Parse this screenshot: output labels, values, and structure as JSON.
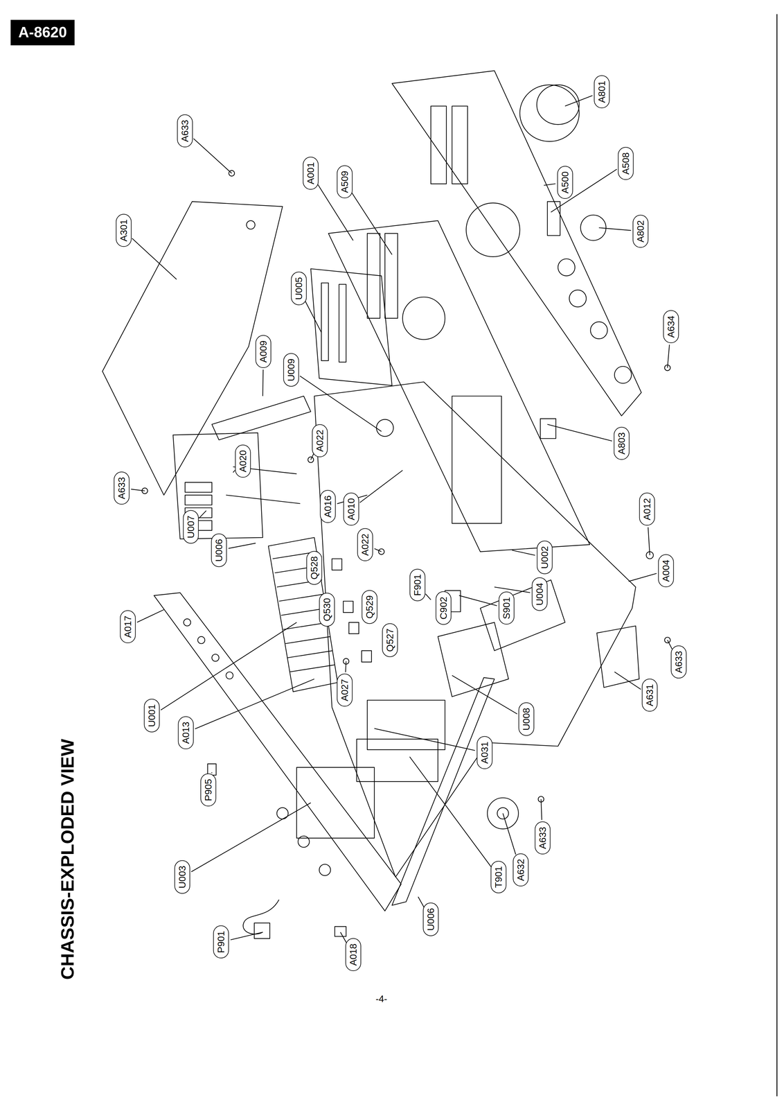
{
  "diagram": {
    "title": "CHASSIS-EXPLODED VIEW",
    "nodes": [
      {
        "text": [
          "A-8620"
        ]
      }
    ],
    "labels": [
      "A633",
      "A301",
      "A633",
      "A009",
      "A020",
      "U009",
      "U005",
      "A509",
      "A001",
      "A022",
      "A016",
      "A010",
      "A022",
      "F901",
      "C902",
      "S901",
      "U004",
      "U002",
      "A012",
      "A004",
      "A633",
      "A631",
      "A803",
      "A634",
      "A802",
      "A508",
      "A500",
      "A801",
      "U007",
      "U006",
      "Q528",
      "Q530",
      "Q529",
      "Q527",
      "A017",
      "U001",
      "A013",
      "A027",
      "A031",
      "U008",
      "T901",
      "A632",
      "A633",
      "U006",
      "P905",
      "U003",
      "P901",
      "A018",
      "-4-"
    ]
  }
}
